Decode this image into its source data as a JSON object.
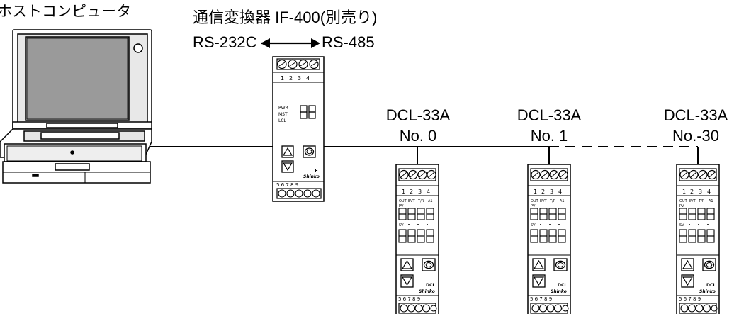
{
  "host": {
    "label": "ホストコンピュータ"
  },
  "converter": {
    "label": "通信変換器 IF-400(別売り)",
    "protocol_left": "RS-232C",
    "protocol_right": "RS-485",
    "leds": [
      "PWR",
      "MST",
      "LCL"
    ],
    "brand": "Shinko",
    "model_mark": "F"
  },
  "devices": [
    {
      "model": "DCL-33A",
      "number": "No. 0"
    },
    {
      "model": "DCL-33A",
      "number": "No. 1"
    },
    {
      "model": "DCL-33A",
      "number": "No.-30"
    }
  ],
  "device_panel": {
    "top_terminals": "1 2 3 4",
    "bottom_terminals": "5 6 7 8 9",
    "brand": "Shinko",
    "series": "DCL",
    "indicators": [
      "OUT",
      "EVT",
      "T/R",
      "A1"
    ],
    "sv_label": "SV",
    "pv_label": "PV"
  }
}
